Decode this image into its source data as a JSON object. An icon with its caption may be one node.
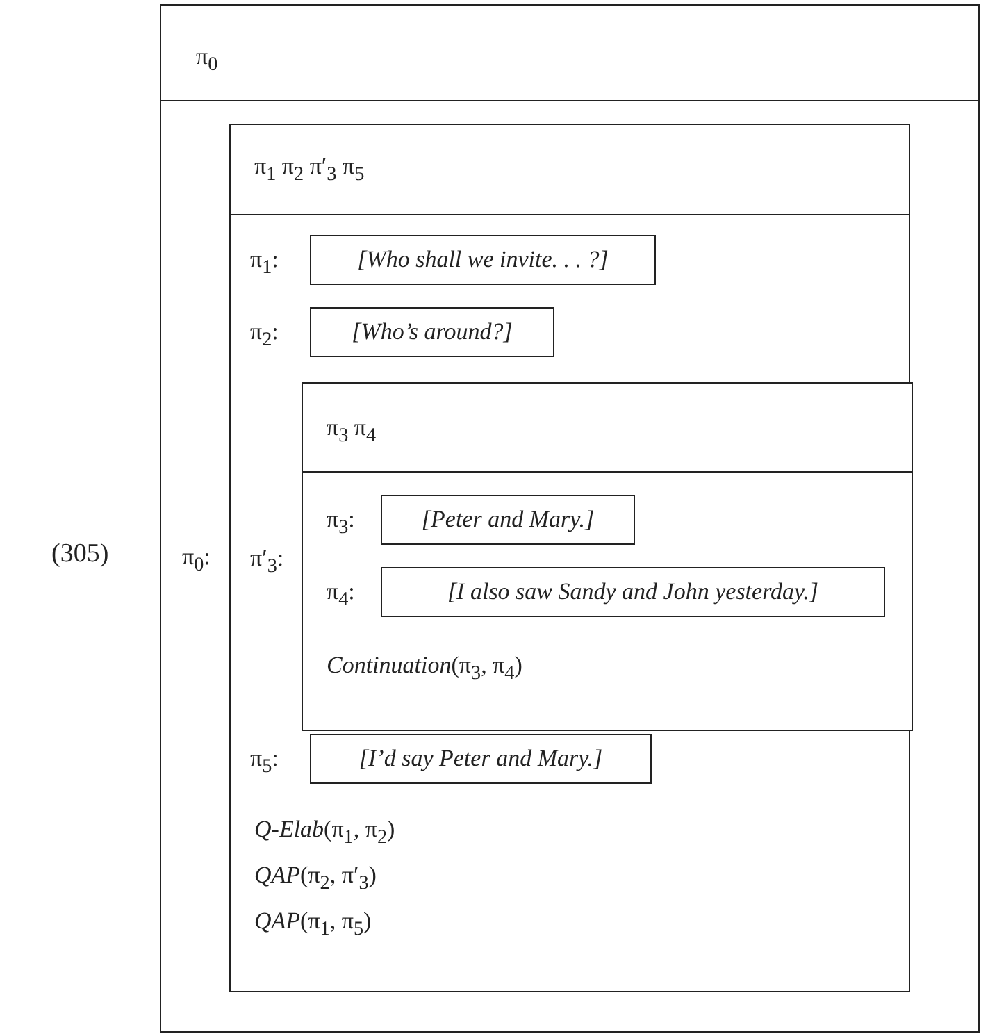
{
  "diagram": {
    "nodes": [
      {
        "text": [
          "π$_{0}$"
        ]
      },
      {
        "text": [
          "π$_{1}$ π$_{2}$ π′$_{3}$ π$_{5}$",
          "*Q-Elab*(π$_{1}$, π$_{2}$)",
          "*QAP*(π$_{2}$, π′$_{3}$)",
          "*QAP*(π$_{1}$, π$_{5}$)"
        ],
        "in": 0,
        "beside": [
          "π$_{0}$:"
        ]
      },
      {
        "text": [
          "[Who shall we invite. . . ?]"
        ],
        "in": 1,
        "beside": [
          "π$_{1}$:"
        ]
      },
      {
        "text": [
          "[Who’s around?]"
        ],
        "in": 1,
        "beside": [
          "π$_{2}$:"
        ]
      },
      {
        "text": [
          "π$_{3}$ π$_{4}$",
          "*Continuation*(π$_{3}$, π$_{4}$)"
        ],
        "in": 1,
        "beside": [
          "π′$_{3}$:"
        ]
      },
      {
        "text": [
          "[Peter and Mary.]"
        ],
        "in": 4,
        "beside": [
          "π$_{3}$:"
        ]
      },
      {
        "text": [
          "[I also saw Sandy and John yesterday.]"
        ],
        "in": 4,
        "beside": [
          "π$_{4}$:"
        ]
      },
      {
        "text": [
          "[I’d say Peter and Mary.]"
        ],
        "in": 1,
        "beside": [
          "π$_{5}$:"
        ]
      }
    ],
    "labels": [
      "(305)"
    ]
  }
}
